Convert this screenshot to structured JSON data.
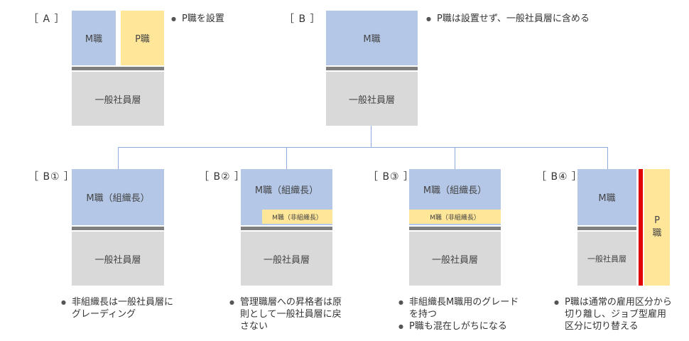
{
  "labels": {
    "a": "［ A ］",
    "b": "［ B ］",
    "b1": "［ B① ］",
    "b2": "［ B② ］",
    "b3": "［ B③ ］",
    "b4": "［ B④ ］"
  },
  "boxes": {
    "m": "M職",
    "p": "P職",
    "general": "一般社員層",
    "m_leader": "M職（組織長）",
    "m_non_leader": "M職（非組織長）",
    "p_line1": "P",
    "p_line2": "職"
  },
  "notes": {
    "a": [
      "P職を設置"
    ],
    "b": [
      "P職は設置せず、一般社員層に含める"
    ],
    "b1": [
      "非組織長は一般社員層にグレーディング"
    ],
    "b2": [
      "管理職層への昇格者は原則として一般社員層に戻さない"
    ],
    "b3": [
      "非組織長M職用のグレードを持つ",
      "P職も混在しがちになる"
    ],
    "b4": [
      "P職は通常の雇用区分から切り離し、ジョブ型雇用区分に切り替える"
    ]
  },
  "colors": {
    "m": "#b4c7e7",
    "p": "#ffe699",
    "general": "#d9d9d9",
    "divider": "#7f7f7f",
    "p_separator": "#e00000",
    "connector": "#8faadc"
  }
}
